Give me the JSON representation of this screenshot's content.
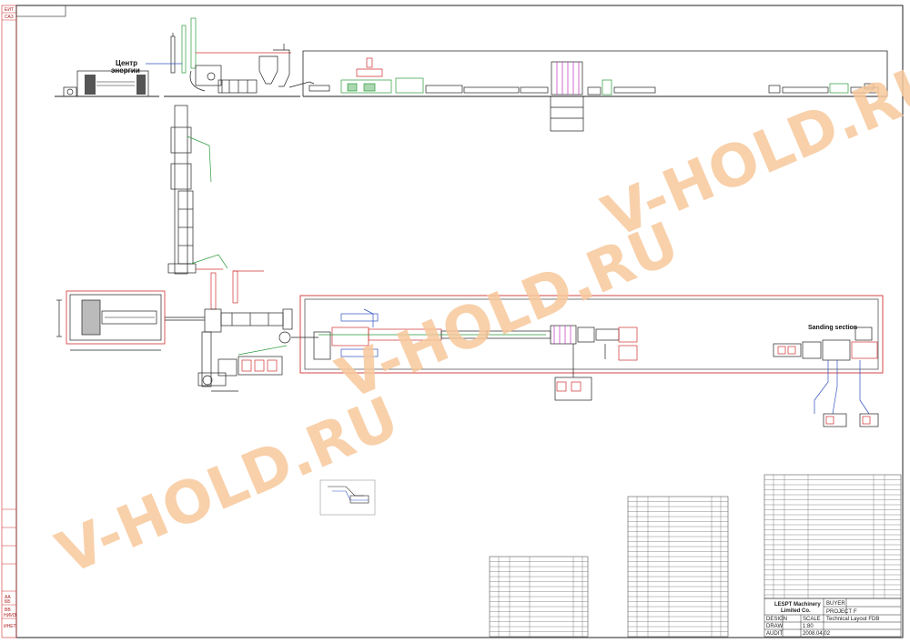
{
  "sheet": {
    "top_left_codes": [
      "ЕИТ",
      "СА3"
    ],
    "bottom_left_codes": [
      "АА",
      "ВВ",
      "ББ",
      "НИИЗ",
      "ИНЕТ"
    ]
  },
  "labels": {
    "energy_center_line1": "Центр",
    "energy_center_line2": "энергии",
    "sanding_section": "Sanding section"
  },
  "watermark": {
    "text": "V-HOLD.RU",
    "color": "#f7c89b"
  },
  "title_block": {
    "company_line1": "LESPT Machinery",
    "company_line2": "Limited Co.",
    "buyer_label": "BUYER",
    "project_label": "PROJECT",
    "project_value": "F",
    "title_value": "Technical Layout FDB",
    "design_label": "DESIGN",
    "scale_label": "SCALE",
    "draw_label": "DRAW",
    "scale_value": "1:80",
    "audit_label": "AUDIT",
    "date_value": "2008.04.02"
  },
  "colors": {
    "line": "#222222",
    "red": "#d03030",
    "green": "#2a9a3a",
    "blue": "#3050c0",
    "magenta": "#c030c0"
  }
}
